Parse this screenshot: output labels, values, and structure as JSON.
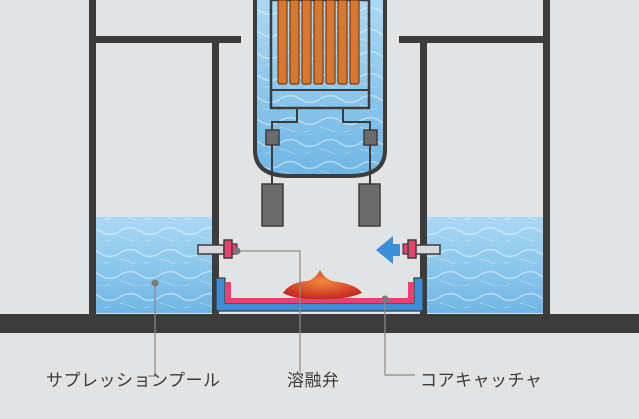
{
  "labels": {
    "suppression_pool": "サプレッションプール",
    "fusible_valve": "溶融弁",
    "core_catcher": "コアキャッチャ"
  },
  "colors": {
    "concrete": "#e2e3e4",
    "wall_line": "#3c3c3c",
    "water": "#8cc8ec",
    "fuel_rod": "#d9772e",
    "valve_pink": "#e6436c",
    "catcher_blue": "#3a8fd6",
    "flow_arrow": "#3a8fd6",
    "corium": "#d23a2a",
    "leader_line": "#8a8a8a",
    "drive_gray": "#6b6b6b"
  }
}
